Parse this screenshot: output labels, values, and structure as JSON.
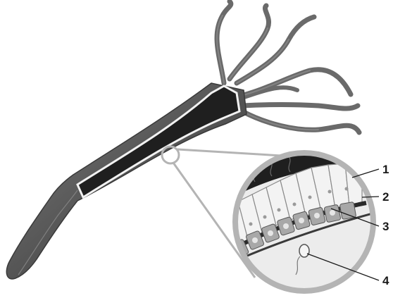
{
  "diagram": {
    "callouts": [
      {
        "id": "1",
        "label": "1"
      },
      {
        "id": "2",
        "label": "2"
      },
      {
        "id": "3",
        "label": "3"
      },
      {
        "id": "4",
        "label": "4"
      }
    ]
  },
  "colors": {
    "body_dark": "#3e3e3e",
    "body_mid": "#6d6d6d",
    "body_light": "#9a9a9a",
    "cavity": "#1f1f1f",
    "cavity_outline": "#f2f2f2",
    "magnifier_ring": "#b4b4b4",
    "cell_fill": "#f3f3f3",
    "cell_line": "#8a8a8a",
    "mesoglea": "#2a2a2a",
    "inner_cell": "#9c9c9c",
    "background": "#ffffff"
  }
}
